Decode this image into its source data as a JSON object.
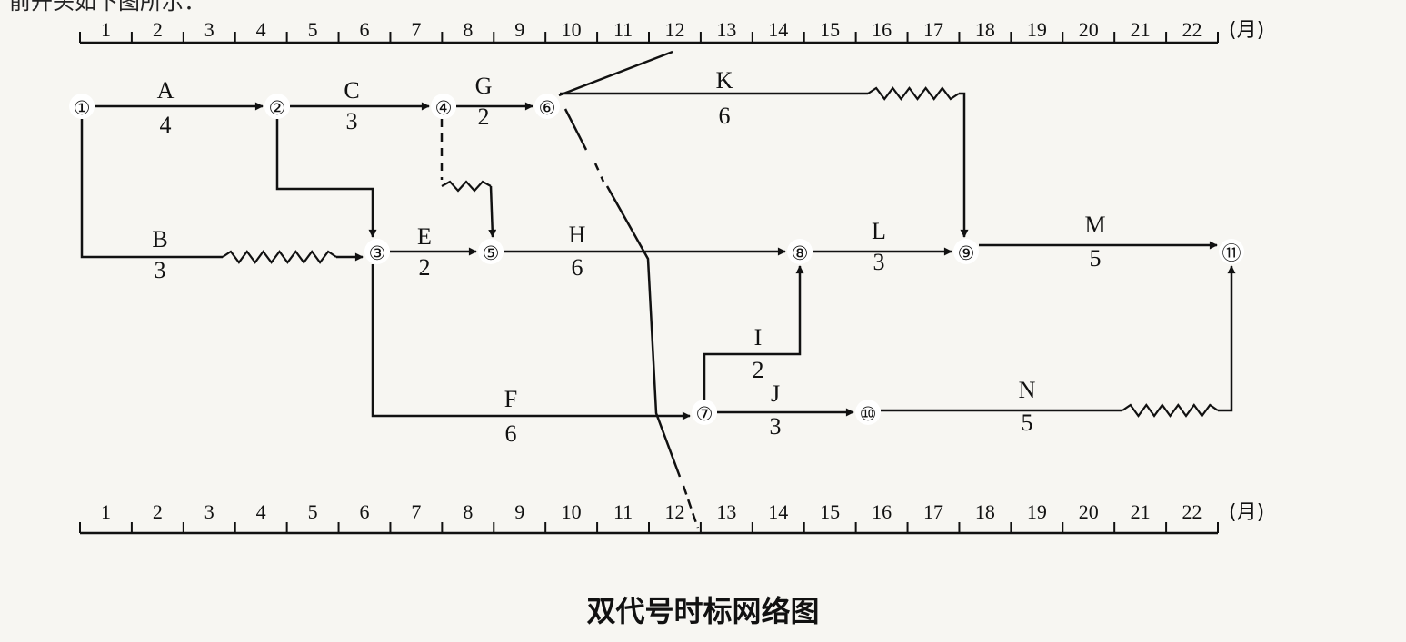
{
  "caption": "双代号时标网络图",
  "top_partial_text": "前开头如下图所示：",
  "timescale": {
    "months": [
      "1",
      "2",
      "3",
      "4",
      "5",
      "6",
      "7",
      "8",
      "9",
      "10",
      "11",
      "12",
      "13",
      "14",
      "15",
      "16",
      "17",
      "18",
      "19",
      "20",
      "21",
      "22"
    ],
    "unit": "(月)"
  },
  "nodes": [
    {
      "id": "1",
      "label": "①"
    },
    {
      "id": "2",
      "label": "②"
    },
    {
      "id": "3",
      "label": "③"
    },
    {
      "id": "4",
      "label": "④"
    },
    {
      "id": "5",
      "label": "⑤"
    },
    {
      "id": "6",
      "label": "⑥"
    },
    {
      "id": "7",
      "label": "⑦"
    },
    {
      "id": "8",
      "label": "⑧"
    },
    {
      "id": "9",
      "label": "⑨"
    },
    {
      "id": "10",
      "label": "⑩"
    },
    {
      "id": "11",
      "label": "⑪"
    }
  ],
  "activities": [
    {
      "name": "A",
      "duration": "4",
      "from": "1",
      "to": "2"
    },
    {
      "name": "B",
      "duration": "3",
      "from": "1",
      "to": "3"
    },
    {
      "name": "C",
      "duration": "3",
      "from": "2",
      "to": "4"
    },
    {
      "name": "E",
      "duration": "2",
      "from": "3",
      "to": "5"
    },
    {
      "name": "F",
      "duration": "6",
      "from": "3",
      "to": "7"
    },
    {
      "name": "G",
      "duration": "2",
      "from": "4",
      "to": "6"
    },
    {
      "name": "H",
      "duration": "6",
      "from": "5",
      "to": "8"
    },
    {
      "name": "I",
      "duration": "2",
      "from": "7",
      "to": "8"
    },
    {
      "name": "J",
      "duration": "3",
      "from": "7",
      "to": "10"
    },
    {
      "name": "K",
      "duration": "6",
      "from": "6",
      "to": "9"
    },
    {
      "name": "L",
      "duration": "3",
      "from": "8",
      "to": "9"
    },
    {
      "name": "M",
      "duration": "5",
      "from": "9",
      "to": "11"
    },
    {
      "name": "N",
      "duration": "5",
      "from": "10",
      "to": "11"
    }
  ],
  "dummy_activities": [
    {
      "from": "2",
      "to": "3"
    },
    {
      "from": "4",
      "to": "5"
    }
  ],
  "colors": {
    "ink": "#111111",
    "paper": "#f7f6f2"
  }
}
